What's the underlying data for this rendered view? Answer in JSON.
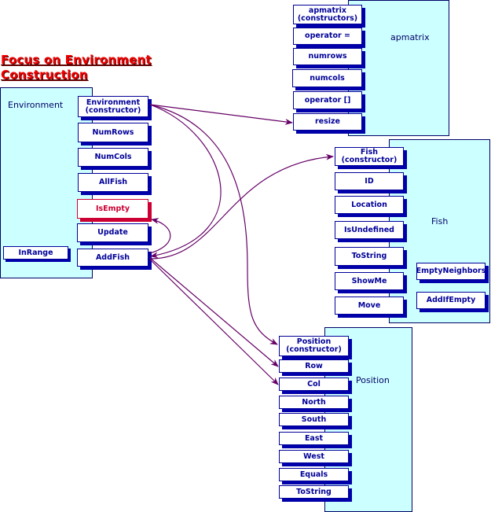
{
  "title": {
    "line1": "Focus on Environment ",
    "line2": "Construction"
  },
  "colors": {
    "panel_fill": "#ccffff",
    "box_text": "#000099",
    "box_shadow": "#0000aa",
    "highlight": "#cc0033",
    "arrow": "#660066",
    "title": "#ee0000"
  },
  "classes": {
    "apmatrix": {
      "label": "apmatrix",
      "methods": [
        "apmatrix\n(constructors)",
        "operator =",
        "numrows",
        "numcols",
        "operator []",
        "resize"
      ]
    },
    "environment": {
      "label": "Environment",
      "methods": [
        "Environment\n(constructor)",
        "NumRows",
        "NumCols",
        "AllFish",
        "IsEmpty",
        "Update",
        "AddFish"
      ],
      "private_methods": [
        "InRange"
      ],
      "highlighted": "IsEmpty"
    },
    "fish": {
      "label": "Fish",
      "methods": [
        "Fish\n(constructor)",
        "ID",
        "Location",
        "IsUndefined",
        "ToString",
        "ShowMe",
        "Move"
      ],
      "private_methods": [
        "EmptyNeighbors",
        "AddIfEmpty"
      ]
    },
    "position": {
      "label": "Position",
      "methods": [
        "Position\n(constructor)",
        "Row",
        "Col",
        "North",
        "South",
        "East",
        "West",
        "Equals",
        "ToString"
      ]
    }
  },
  "calls": [
    {
      "from": "Environment (constructor)",
      "to": "apmatrix.resize"
    },
    {
      "from": "Environment (constructor)",
      "to": "Environment.AddFish"
    },
    {
      "from": "Environment (constructor)",
      "to": "Position (constructor)"
    },
    {
      "from": "AddFish",
      "to": "IsEmpty"
    },
    {
      "from": "Fish (constructor)",
      "to": "AddFish"
    },
    {
      "from": "AddFish",
      "to": "Position.Row"
    },
    {
      "from": "AddFish",
      "to": "Position.Col"
    }
  ]
}
